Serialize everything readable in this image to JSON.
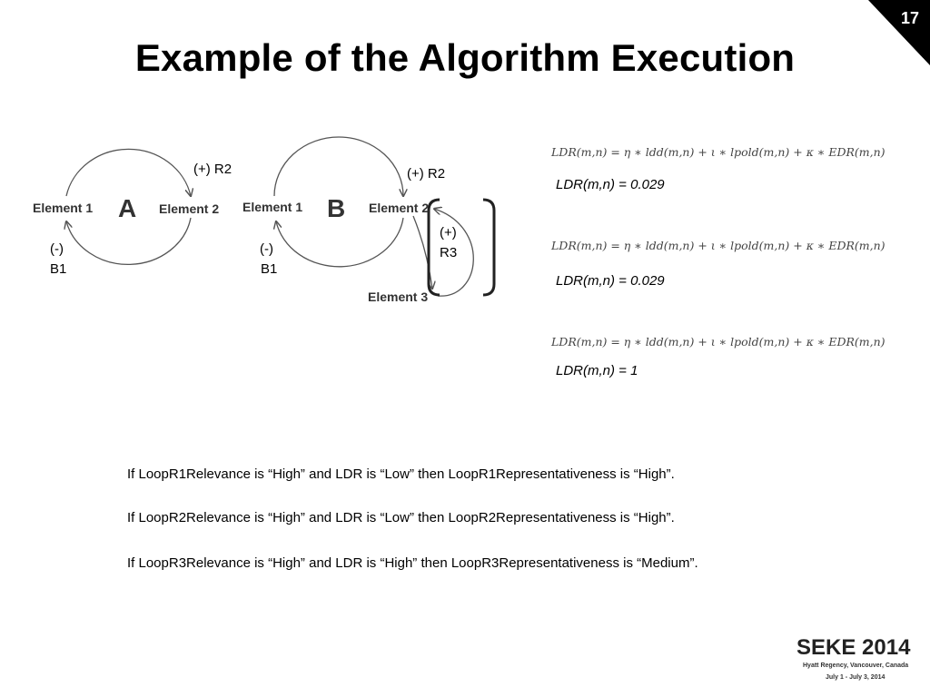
{
  "slide": {
    "title": "Example of the Algorithm Execution",
    "number": "17"
  },
  "diagram_a": {
    "letter": "A",
    "element_1": "Element 1",
    "element_2": "Element 2",
    "loop_r2": "(+) R2",
    "loop_b1_sign": "(-)",
    "loop_b1_name": "B1"
  },
  "diagram_b": {
    "letter": "B",
    "element_1": "Element 1",
    "element_2": "Element 2",
    "element_3": "Element 3",
    "loop_r2": "(+) R2",
    "loop_b1_sign": "(-)",
    "loop_b1_name": "B1",
    "loop_r3_sign": "(+)",
    "loop_r3_name": "R3"
  },
  "formulas": [
    {
      "formula": "LDR(m,n) = η ∗ ldd(m,n) + ι ∗ lpold(m,n) + κ ∗ EDR(m,n)",
      "result": "LDR(m,n) = 0.029"
    },
    {
      "formula": "LDR(m,n) = η ∗ ldd(m,n) + ι ∗ lpold(m,n) + κ ∗ EDR(m,n)",
      "result": "LDR(m,n) = 0.029"
    },
    {
      "formula": "LDR(m,n) = η ∗ ldd(m,n) + ι ∗ lpold(m,n) + κ ∗ EDR(m,n)",
      "result": "LDR(m,n) = 1"
    }
  ],
  "rules": [
    "If LoopR1Relevance is “High” and LDR is “Low” then LoopR1Representativeness is “High”.",
    "If LoopR2Relevance is “High” and LDR is “Low” then LoopR2Representativeness is “High”.",
    "If LoopR3Relevance is “High” and LDR is “High” then LoopR3Representativeness is “Medium”."
  ],
  "footer": {
    "conference": "SEKE 2014",
    "venue": "Hyatt Regency,  Vancouver,  Canada",
    "dates": "July  1 - July  3, 2014"
  },
  "colors": {
    "corner": "#000000",
    "arrow": "#555555",
    "bracket": "#222222"
  }
}
